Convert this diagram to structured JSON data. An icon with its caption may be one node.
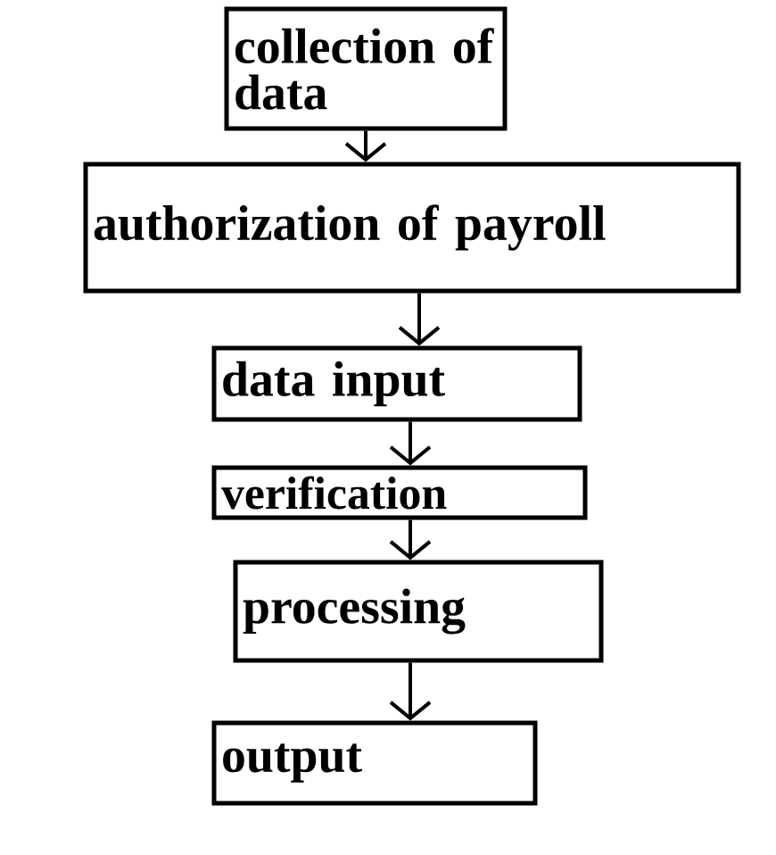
{
  "diagram": {
    "nodes": [
      {
        "text": [
          "collection of data"
        ]
      },
      {
        "text": [
          "authorization of payroll"
        ]
      },
      {
        "text": [
          "data input"
        ]
      },
      {
        "text": [
          "verification"
        ]
      },
      {
        "text": [
          "processing"
        ]
      },
      {
        "text": [
          "output"
        ]
      }
    ],
    "edges": [
      {
        "from": 0,
        "to": 1,
        "arrow": "to"
      },
      {
        "from": 1,
        "to": 2,
        "arrow": "to"
      },
      {
        "from": 2,
        "to": 3,
        "arrow": "to"
      },
      {
        "from": 3,
        "to": 4,
        "arrow": "to"
      },
      {
        "from": 4,
        "to": 5,
        "arrow": "to"
      }
    ]
  }
}
